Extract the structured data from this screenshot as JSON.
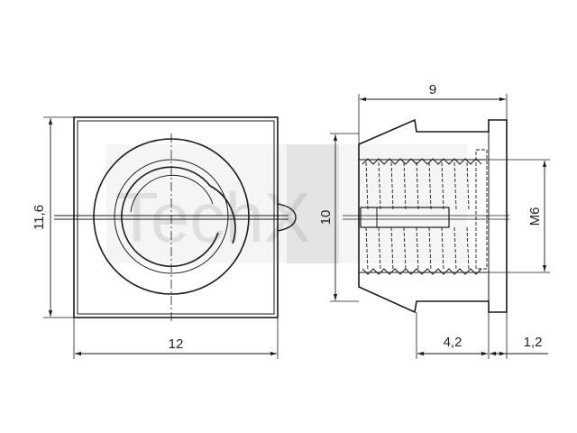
{
  "dimensions": {
    "width_front": "12",
    "height_front": "11,6",
    "length_side": "9",
    "thread_size": "M6",
    "collar_length": "4,2",
    "flange_length": "1,2",
    "height_side": "10"
  },
  "watermark": {
    "text": "TechX"
  },
  "colors": {
    "line": "#1a1a1a",
    "watermark_fill": "#9a9a9a",
    "background": "#ffffff"
  }
}
